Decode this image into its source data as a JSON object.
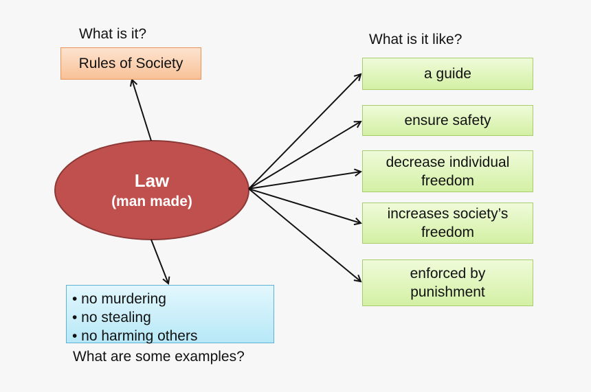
{
  "center": {
    "title": "Law",
    "subtitle": "(man made)"
  },
  "questions": {
    "what_is_it": "What is it?",
    "what_is_it_like": "What is it like?",
    "examples": "What are some examples?"
  },
  "definition_box": {
    "text": "Rules of Society"
  },
  "characteristics": [
    {
      "lines": [
        "a guide"
      ]
    },
    {
      "lines": [
        "ensure safety"
      ]
    },
    {
      "lines": [
        "decrease individual",
        "freedom"
      ]
    },
    {
      "lines": [
        "increases society’s",
        "freedom"
      ]
    },
    {
      "lines": [
        "enforced by",
        "punishment"
      ]
    }
  ],
  "examples": [
    "• no murdering",
    "• no stealing",
    "• no harming others"
  ],
  "colors": {
    "ellipse_fill": "#c0504d",
    "ellipse_stroke": "#8c3836",
    "definition_fill": "#f8c197",
    "characteristic_fill": "#d7f1aa",
    "examples_fill": "#b7e8f7",
    "arrow": "#111111"
  }
}
